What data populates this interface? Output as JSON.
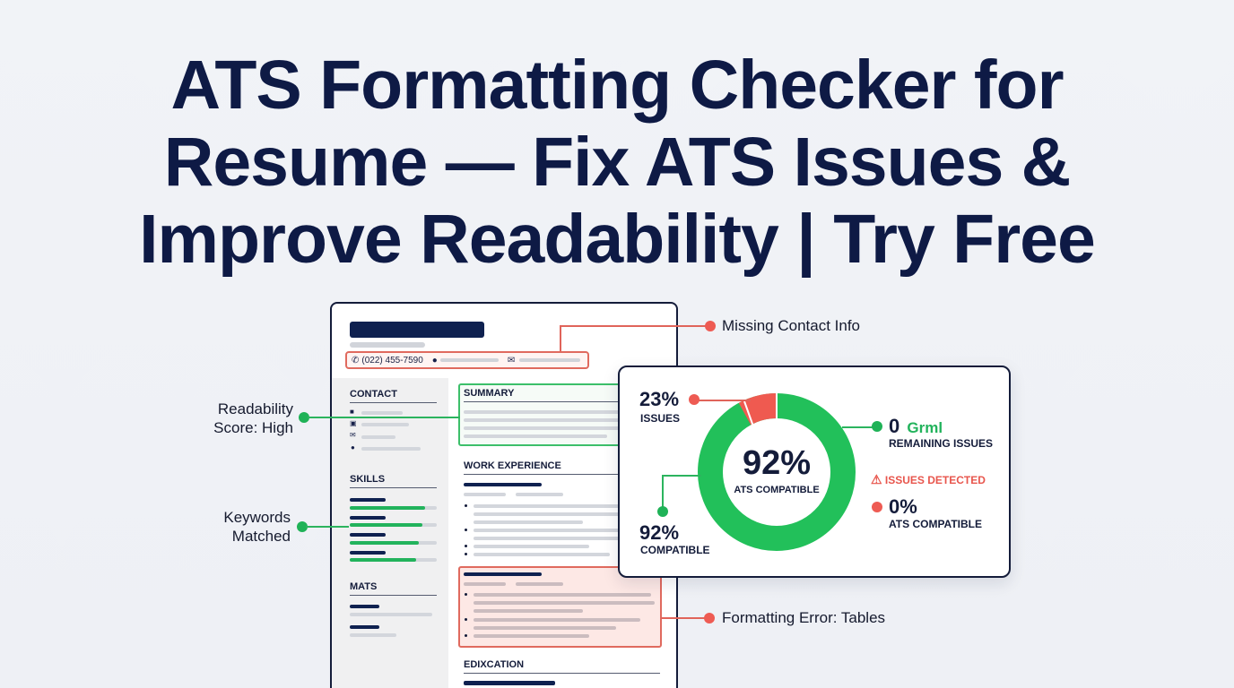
{
  "title": {
    "line1": "ATS Formatting Checker for",
    "line2": "Resume — Fix ATS Issues &",
    "line3": "Improve Readability | Try Free"
  },
  "resume": {
    "phone": "(022) 455-7590",
    "sections": {
      "contact": "CONTACT",
      "skills": "SKILLS",
      "mats": "MATS",
      "summary": "SUMMARY",
      "work_experience": "WORK EXPERIENCE",
      "education": "EDIXCATION"
    }
  },
  "callouts": {
    "missing_contact": "Missing Contact Info",
    "readability": [
      "Readability",
      "Score: High"
    ],
    "keywords": [
      "Keywords",
      "Matched"
    ],
    "formatting_error": "Formatting Error: Tables"
  },
  "score_card": {
    "center_value": "92%",
    "center_label": "ATS COMPATIBLE",
    "issues_value": "23%",
    "issues_label": "ISSUES",
    "compatible_value": "92%",
    "compatible_label": "COMPATIBLE",
    "remaining_value": "0",
    "remaining_unit": "Grml",
    "remaining_label": "REMAINING ISSUES",
    "warning_label": "ISSUES DETECTED",
    "ats_value": "0%",
    "ats_label": "ATS COMPATIBLE"
  },
  "chart_data": {
    "type": "pie",
    "title": "ATS COMPATIBLE",
    "categories": [
      "Compatible",
      "Issues"
    ],
    "values": [
      92,
      8
    ],
    "colors": [
      "#22c05a",
      "#ef5a50"
    ],
    "center_label": "92%"
  },
  "colors": {
    "navy": "#0e1a45",
    "green": "#22c05a",
    "red": "#ef5a50",
    "background": "#f1f3f7"
  }
}
